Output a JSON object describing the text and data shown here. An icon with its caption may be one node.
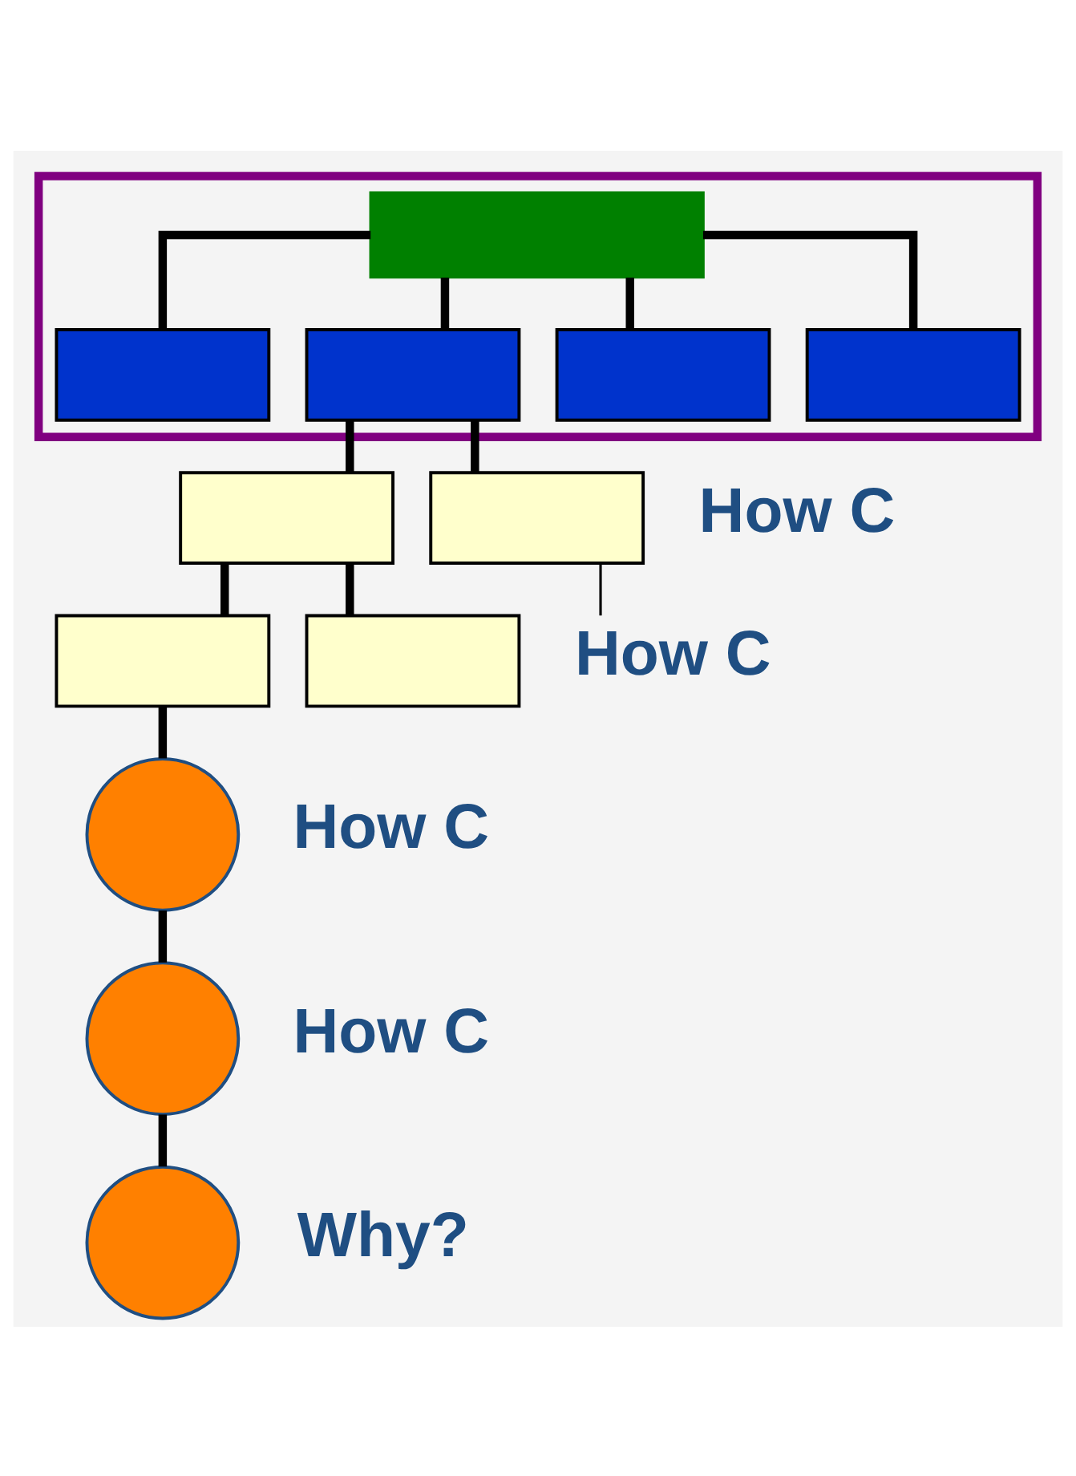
{
  "diagram": {
    "nodes": [
      {
        "text": [],
        "shape": "box"
      },
      {
        "text": [],
        "shape": "box",
        "in": 0
      },
      {
        "text": [],
        "shape": "box",
        "in": 0
      },
      {
        "text": [],
        "shape": "box",
        "in": 0
      },
      {
        "text": [],
        "shape": "box",
        "in": 0
      },
      {
        "text": [],
        "shape": "box",
        "in": 0
      },
      {
        "text": [],
        "shape": "box"
      },
      {
        "text": [],
        "shape": "box"
      },
      {
        "text": [],
        "shape": "box"
      },
      {
        "text": [],
        "shape": "box"
      },
      {
        "text": [],
        "shape": "circle"
      },
      {
        "text": [],
        "shape": "circle"
      },
      {
        "text": [],
        "shape": "circle"
      },
      {
        "text": [
          "How C"
        ]
      }
    ],
    "edges": [
      {
        "from": 1,
        "to": 2,
        "arrow": "none"
      },
      {
        "from": 1,
        "to": 3,
        "arrow": "none"
      },
      {
        "from": 1,
        "to": 4,
        "arrow": "none"
      },
      {
        "from": 1,
        "to": 5,
        "arrow": "none"
      },
      {
        "from": 3,
        "to": 6,
        "arrow": "none"
      },
      {
        "from": 3,
        "to": 7,
        "arrow": "none"
      },
      {
        "from": 6,
        "to": 8,
        "arrow": "none"
      },
      {
        "from": 6,
        "to": 9,
        "arrow": "none"
      },
      {
        "from": 8,
        "to": 10,
        "arrow": "none"
      },
      {
        "from": 10,
        "to": 11,
        "arrow": "none"
      },
      {
        "from": 11,
        "to": 12,
        "arrow": "none"
      },
      {
        "from": 7,
        "to": 13,
        "arrow": "none"
      }
    ],
    "labels": [
      "How C",
      "How C",
      "How C",
      "Why?"
    ]
  }
}
